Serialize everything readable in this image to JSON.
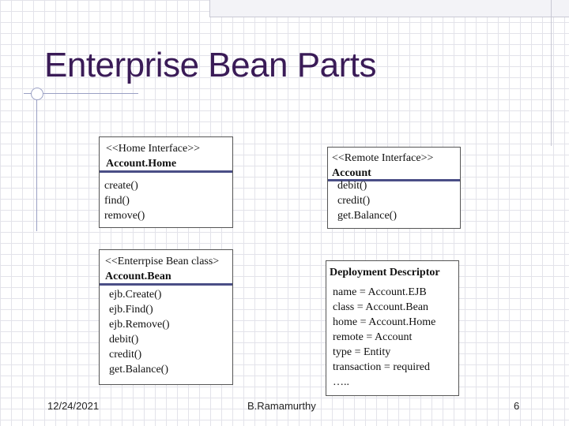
{
  "slide": {
    "title": "Enterprise Bean Parts",
    "footer_date": "12/24/2021",
    "footer_author": "B.Ramamurthy",
    "page_number": "6"
  },
  "home_interface": {
    "stereotype": "<<Home Interface>>",
    "name": "Account.Home",
    "methods": [
      "create()",
      "find()",
      "remove()"
    ]
  },
  "remote_interface": {
    "stereotype": "<<Remote Interface>>",
    "name": "Account",
    "methods": [
      "debit()",
      "credit()",
      "get.Balance()"
    ]
  },
  "bean_class": {
    "stereotype": "<<Enterrpise Bean class>",
    "name": "Account.Bean",
    "methods": [
      "ejb.Create()",
      "ejb.Find()",
      "ejb.Remove()",
      "debit()",
      "credit()",
      "get.Balance()"
    ]
  },
  "deployment_descriptor": {
    "title": "Deployment Descriptor",
    "entries": [
      "name = Account.EJB",
      "class = Account.Bean",
      "home = Account.Home",
      "remote = Account",
      "type = Entity",
      "transaction = required",
      "….."
    ]
  },
  "colors": {
    "title": "#3a1b57",
    "separator": "#4a4e86",
    "grid": "#e3e3ea"
  }
}
